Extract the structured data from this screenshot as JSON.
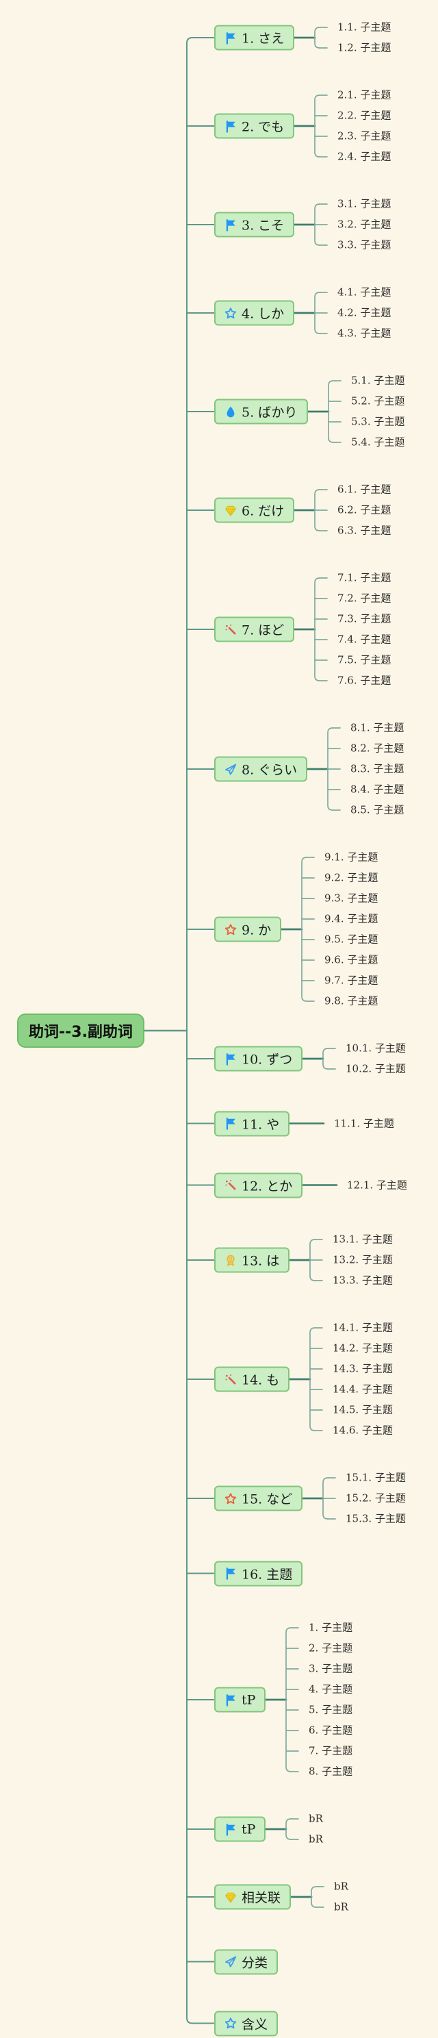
{
  "canvas": {
    "background": "#fcf6e8"
  },
  "palette": {
    "branch_fill": "#cbeec5",
    "branch_border": "#82c57d",
    "root_fill": "#8cd185",
    "root_border": "#6fbc68",
    "line": "#7fab9e",
    "line_strong": "#3e7f6e",
    "trunk": "#5d988a",
    "flag_blue": "#2196f3",
    "outline_blue": "#3d9bee",
    "wand_red": "#e05c55",
    "star_orange": "#e8643d",
    "gem_yellow": "#f4d22a",
    "medal_gold": "#f2b32a"
  },
  "root": {
    "label": "助词--3.副助词"
  },
  "branches": [
    {
      "label": "1. さえ",
      "icon": "flag-icon",
      "color": "#2196f3",
      "children": [
        "1.1. 子主题",
        "1.2. 子主题"
      ]
    },
    {
      "label": "2. でも",
      "icon": "flag-icon",
      "color": "#2196f3",
      "children": [
        "2.1. 子主题",
        "2.2. 子主题",
        "2.3. 子主题",
        "2.4. 子主题"
      ]
    },
    {
      "label": "3. こそ",
      "icon": "flag-icon",
      "color": "#2196f3",
      "children": [
        "3.1. 子主题",
        "3.2. 子主题",
        "3.3. 子主题"
      ]
    },
    {
      "label": "4. しか",
      "icon": "star-icon",
      "color": "#3d9bee",
      "children": [
        "4.1. 子主题",
        "4.2. 子主题",
        "4.3. 子主题"
      ]
    },
    {
      "label": "5. ばかり",
      "icon": "flame-icon",
      "color": "#2196f3",
      "children": [
        "5.1. 子主题",
        "5.2. 子主题",
        "5.3. 子主题",
        "5.4. 子主题"
      ]
    },
    {
      "label": "6. だけ",
      "icon": "gem-icon",
      "color": "#f4d22a",
      "children": [
        "6.1. 子主题",
        "6.2. 子主题",
        "6.3. 子主题"
      ]
    },
    {
      "label": "7. ほど",
      "icon": "wand-icon",
      "color": "#e05c55",
      "children": [
        "7.1. 子主题",
        "7.2. 子主题",
        "7.3. 子主题",
        "7.4. 子主题",
        "7.5. 子主题",
        "7.6. 子主题"
      ]
    },
    {
      "label": "8. ぐらい",
      "icon": "paper-plane-icon",
      "color": "#3d9bee",
      "children": [
        "8.1. 子主题",
        "8.2. 子主题",
        "8.3. 子主题",
        "8.4. 子主题",
        "8.5. 子主题"
      ]
    },
    {
      "label": "9. か",
      "icon": "star-icon",
      "color": "#e8643d",
      "children": [
        "9.1. 子主题",
        "9.2. 子主题",
        "9.3. 子主题",
        "9.4. 子主题",
        "9.5. 子主题",
        "9.6. 子主题",
        "9.7. 子主题",
        "9.8. 子主题"
      ]
    },
    {
      "label": "10. ずつ",
      "icon": "flag-icon",
      "color": "#2196f3",
      "children": [
        "10.1. 子主题",
        "10.2. 子主题"
      ]
    },
    {
      "label": "11. や",
      "icon": "flag-icon",
      "color": "#2196f3",
      "children": [
        "11.1. 子主题"
      ]
    },
    {
      "label": "12. とか",
      "icon": "wand-icon",
      "color": "#e05c55",
      "children": [
        "12.1. 子主题"
      ]
    },
    {
      "label": "13. は",
      "icon": "medal-icon",
      "color": "#f2b32a",
      "children": [
        "13.1. 子主题",
        "13.2. 子主题",
        "13.3. 子主题"
      ]
    },
    {
      "label": "14. も",
      "icon": "wand-icon",
      "color": "#e05c55",
      "children": [
        "14.1. 子主题",
        "14.2. 子主题",
        "14.3. 子主题",
        "14.4. 子主题",
        "14.5. 子主题",
        "14.6. 子主题"
      ]
    },
    {
      "label": "15. など",
      "icon": "star-icon",
      "color": "#e8643d",
      "children": [
        "15.1. 子主题",
        "15.2. 子主题",
        "15.3. 子主题"
      ]
    },
    {
      "label": "16. 主题",
      "icon": "flag-icon",
      "color": "#2196f3",
      "children": []
    },
    {
      "label": "tP",
      "icon": "flag-icon",
      "color": "#2196f3",
      "children": [
        "1. 子主题",
        "2. 子主题",
        "3. 子主题",
        "4. 子主题",
        "5. 子主题",
        "6. 子主题",
        "7. 子主题",
        "8. 子主题"
      ]
    },
    {
      "label": "tP",
      "icon": "flag-icon",
      "color": "#2196f3",
      "children": [
        "bR",
        "bR"
      ]
    },
    {
      "label": "相关联",
      "icon": "gem-icon",
      "color": "#f4d22a",
      "children": [
        "bR",
        "bR"
      ]
    },
    {
      "label": "分类",
      "icon": "paper-plane-icon",
      "color": "#3d9bee",
      "children": []
    },
    {
      "label": "含义",
      "icon": "star-icon",
      "color": "#3d9bee",
      "children": []
    }
  ]
}
